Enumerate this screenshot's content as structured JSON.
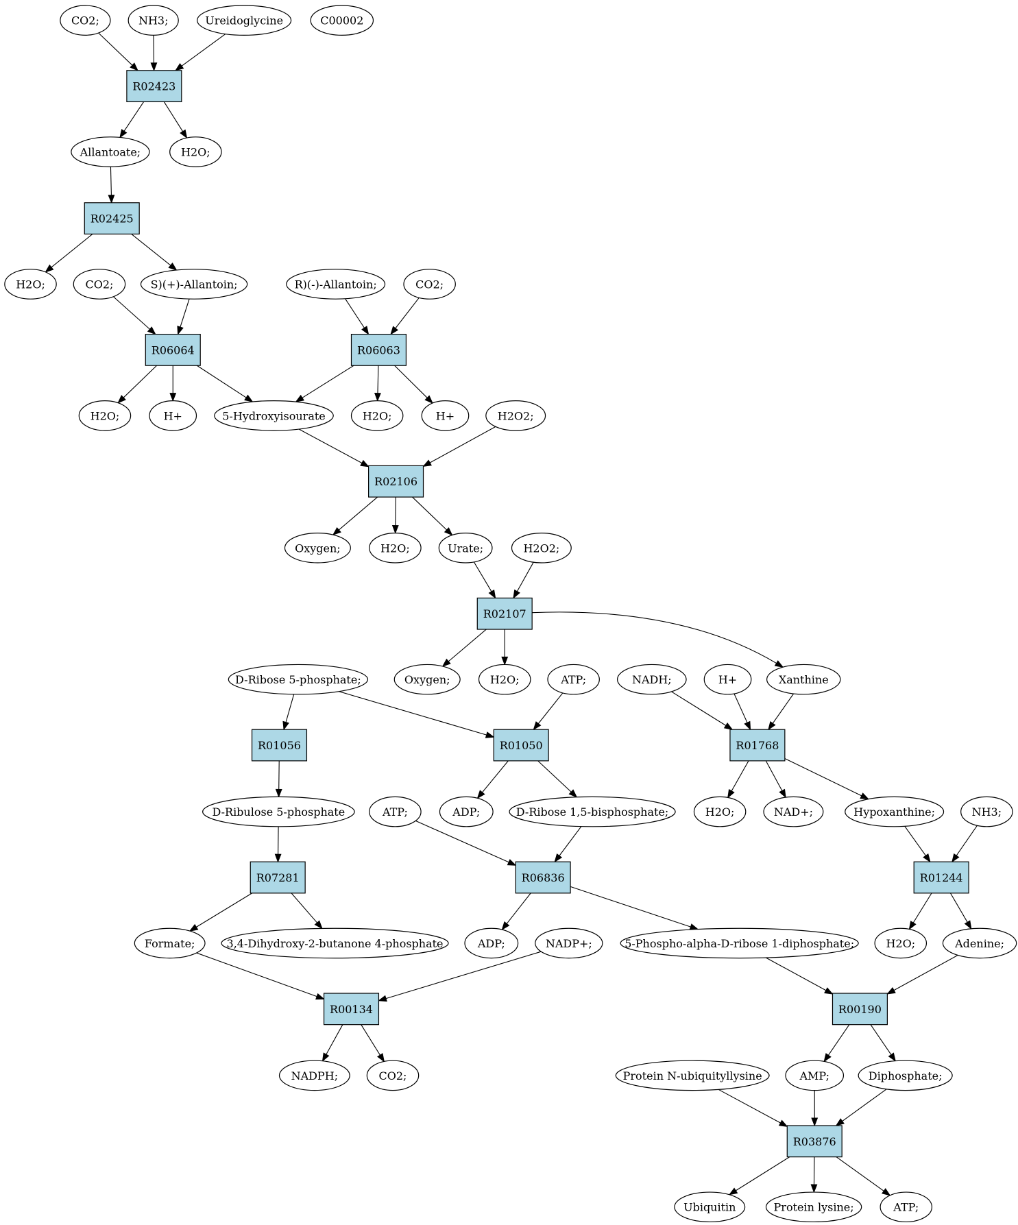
{
  "colors": {
    "reaction_fill": "#add8e6",
    "compound_fill": "#ffffff",
    "highlight_yellow": "#ffff00",
    "highlight_green": "#00ee00",
    "stroke": "#000000"
  },
  "reactions": [
    {
      "id": "R02423",
      "label": "R02423"
    },
    {
      "id": "R02425",
      "label": "R02425"
    },
    {
      "id": "R06064",
      "label": "R06064"
    },
    {
      "id": "R06063",
      "label": "R06063"
    },
    {
      "id": "R02106",
      "label": "R02106"
    },
    {
      "id": "R02107",
      "label": "R02107"
    },
    {
      "id": "R01056",
      "label": "R01056"
    },
    {
      "id": "R01050",
      "label": "R01050"
    },
    {
      "id": "R01768",
      "label": "R01768"
    },
    {
      "id": "R07281",
      "label": "R07281"
    },
    {
      "id": "R06836",
      "label": "R06836"
    },
    {
      "id": "R01244",
      "label": "R01244"
    },
    {
      "id": "R00134",
      "label": "R00134"
    },
    {
      "id": "R00190",
      "label": "R00190"
    },
    {
      "id": "R03876",
      "label": "R03876"
    }
  ],
  "compounds": [
    {
      "id": "co2_a",
      "label": "CO2;"
    },
    {
      "id": "nh3_a",
      "label": "NH3;"
    },
    {
      "id": "ureidoglycine",
      "label": "Ureidoglycine"
    },
    {
      "id": "c00002",
      "label": "C00002",
      "fill": "yellow"
    },
    {
      "id": "allantoate",
      "label": "Allantoate;"
    },
    {
      "id": "h2o_a",
      "label": "H2O;"
    },
    {
      "id": "h2o_b",
      "label": "H2O;"
    },
    {
      "id": "co2_b",
      "label": "CO2;"
    },
    {
      "id": "s_allantoin",
      "label": "S)(+)-Allantoin;"
    },
    {
      "id": "r_allantoin",
      "label": "R)(-)-Allantoin;"
    },
    {
      "id": "co2_c",
      "label": "CO2;"
    },
    {
      "id": "h2o_c",
      "label": "H2O;"
    },
    {
      "id": "hplus_a",
      "label": "H+"
    },
    {
      "id": "hydroxyisourate",
      "label": "5-Hydroxyisourate"
    },
    {
      "id": "h2o_d",
      "label": "H2O;"
    },
    {
      "id": "hplus_b",
      "label": "H+"
    },
    {
      "id": "h2o2_a",
      "label": "H2O2;"
    },
    {
      "id": "oxygen_a",
      "label": "Oxygen;"
    },
    {
      "id": "h2o_e",
      "label": "H2O;"
    },
    {
      "id": "urate",
      "label": "Urate;"
    },
    {
      "id": "h2o2_b",
      "label": "H2O2;"
    },
    {
      "id": "ribose5p",
      "label": "D-Ribose 5-phosphate;",
      "fill": "green"
    },
    {
      "id": "oxygen_b",
      "label": "Oxygen;"
    },
    {
      "id": "h2o_f",
      "label": "H2O;"
    },
    {
      "id": "atp_a",
      "label": "ATP;"
    },
    {
      "id": "nadh",
      "label": "NADH;"
    },
    {
      "id": "hplus_c",
      "label": "H+"
    },
    {
      "id": "xanthine",
      "label": "Xanthine"
    },
    {
      "id": "ribulose5p",
      "label": "D-Ribulose 5-phosphate"
    },
    {
      "id": "atp_b",
      "label": "ATP;"
    },
    {
      "id": "adp_a",
      "label": "ADP;"
    },
    {
      "id": "ribose15bp",
      "label": "D-Ribose 1,5-bisphosphate;"
    },
    {
      "id": "h2o_g",
      "label": "H2O;"
    },
    {
      "id": "nadplus",
      "label": "NAD+;"
    },
    {
      "id": "hypoxanthine",
      "label": "Hypoxanthine;"
    },
    {
      "id": "nh3_b",
      "label": "NH3;"
    },
    {
      "id": "formate",
      "label": "Formate;"
    },
    {
      "id": "dihydroxybutanone",
      "label": "3,4-Dihydroxy-2-butanone 4-phosphate"
    },
    {
      "id": "adp_b",
      "label": "ADP;"
    },
    {
      "id": "nadpplus",
      "label": "NADP+;"
    },
    {
      "id": "prpp",
      "label": "5-Phospho-alpha-D-ribose 1-diphosphate;"
    },
    {
      "id": "h2o_h",
      "label": "H2O;"
    },
    {
      "id": "adenine",
      "label": "Adenine;"
    },
    {
      "id": "nadph",
      "label": "NADPH;"
    },
    {
      "id": "co2_d",
      "label": "CO2;"
    },
    {
      "id": "protein_nubl",
      "label": "Protein N-ubiquityllysine"
    },
    {
      "id": "amp",
      "label": "AMP;"
    },
    {
      "id": "diphosphate",
      "label": "Diphosphate;"
    },
    {
      "id": "ubiquitin",
      "label": "Ubiquitin"
    },
    {
      "id": "protein_lysine",
      "label": "Protein lysine;"
    },
    {
      "id": "atp_c",
      "label": "ATP;"
    }
  ],
  "edges": [
    [
      "co2_a",
      "R02423"
    ],
    [
      "nh3_a",
      "R02423"
    ],
    [
      "ureidoglycine",
      "R02423"
    ],
    [
      "R02423",
      "allantoate"
    ],
    [
      "R02423",
      "h2o_a"
    ],
    [
      "allantoate",
      "R02425"
    ],
    [
      "R02425",
      "h2o_b"
    ],
    [
      "R02425",
      "s_allantoin"
    ],
    [
      "co2_b",
      "R06064"
    ],
    [
      "s_allantoin",
      "R06064"
    ],
    [
      "r_allantoin",
      "R06063"
    ],
    [
      "co2_c",
      "R06063"
    ],
    [
      "R06064",
      "h2o_c"
    ],
    [
      "R06064",
      "hplus_a"
    ],
    [
      "R06064",
      "hydroxyisourate"
    ],
    [
      "R06063",
      "hydroxyisourate"
    ],
    [
      "R06063",
      "h2o_d"
    ],
    [
      "R06063",
      "hplus_b"
    ],
    [
      "hydroxyisourate",
      "R02106"
    ],
    [
      "h2o2_a",
      "R02106"
    ],
    [
      "R02106",
      "oxygen_a"
    ],
    [
      "R02106",
      "h2o_e"
    ],
    [
      "R02106",
      "urate"
    ],
    [
      "urate",
      "R02107"
    ],
    [
      "h2o2_b",
      "R02107"
    ],
    [
      "R02107",
      "oxygen_b"
    ],
    [
      "R02107",
      "h2o_f"
    ],
    [
      "R02107",
      "xanthine"
    ],
    [
      "ribose5p",
      "R01056"
    ],
    [
      "ribose5p",
      "R01050"
    ],
    [
      "atp_a",
      "R01050"
    ],
    [
      "nadh",
      "R01768"
    ],
    [
      "hplus_c",
      "R01768"
    ],
    [
      "xanthine",
      "R01768"
    ],
    [
      "R01056",
      "ribulose5p"
    ],
    [
      "R01050",
      "adp_a"
    ],
    [
      "R01050",
      "ribose15bp"
    ],
    [
      "R01768",
      "h2o_g"
    ],
    [
      "R01768",
      "nadplus"
    ],
    [
      "R01768",
      "hypoxanthine"
    ],
    [
      "ribulose5p",
      "R07281"
    ],
    [
      "atp_b",
      "R06836"
    ],
    [
      "ribose15bp",
      "R06836"
    ],
    [
      "hypoxanthine",
      "R01244"
    ],
    [
      "nh3_b",
      "R01244"
    ],
    [
      "R07281",
      "formate"
    ],
    [
      "R07281",
      "dihydroxybutanone"
    ],
    [
      "R06836",
      "adp_b"
    ],
    [
      "R06836",
      "prpp"
    ],
    [
      "R01244",
      "h2o_h"
    ],
    [
      "R01244",
      "adenine"
    ],
    [
      "formate",
      "R00134"
    ],
    [
      "nadpplus",
      "R00134"
    ],
    [
      "prpp",
      "R00190"
    ],
    [
      "adenine",
      "R00190"
    ],
    [
      "R00134",
      "nadph"
    ],
    [
      "R00134",
      "co2_d"
    ],
    [
      "R00190",
      "amp"
    ],
    [
      "R00190",
      "diphosphate"
    ],
    [
      "protein_nubl",
      "R03876"
    ],
    [
      "amp",
      "R03876"
    ],
    [
      "diphosphate",
      "R03876"
    ],
    [
      "R03876",
      "ubiquitin"
    ],
    [
      "R03876",
      "protein_lysine"
    ],
    [
      "R03876",
      "atp_c"
    ]
  ],
  "curved_edges": [
    [
      "R02107",
      "xanthine"
    ]
  ]
}
